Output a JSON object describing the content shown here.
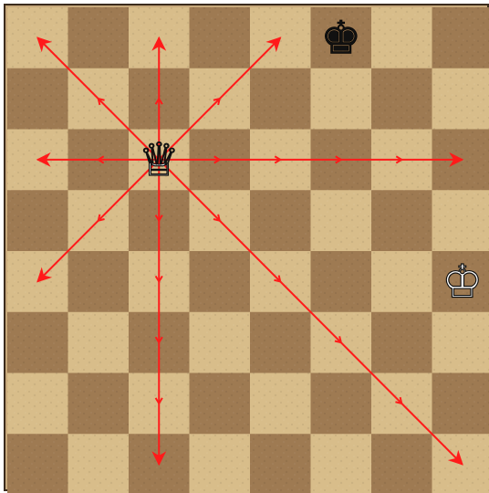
{
  "board": {
    "files": 8,
    "ranks": 8,
    "light_square_color": "#d8bd8a",
    "dark_square_color": "#9e7a52",
    "frame_color": "#3b2b1c"
  },
  "pieces": [
    {
      "name": "white-queen",
      "color": "white",
      "type": "queen",
      "square": "c6",
      "glyph": "♕"
    },
    {
      "name": "black-king",
      "color": "black",
      "type": "king",
      "square": "f8",
      "glyph": "♚"
    },
    {
      "name": "white-king",
      "color": "white",
      "type": "king",
      "square": "h4",
      "glyph": "♔"
    }
  ],
  "move_arrows": {
    "color": "#ff1a1a",
    "origin": "c6",
    "rays": [
      {
        "direction": "north",
        "target": "c8"
      },
      {
        "direction": "south",
        "target": "c1"
      },
      {
        "direction": "west",
        "target": "a6"
      },
      {
        "direction": "east",
        "target": "h6"
      },
      {
        "direction": "north-west",
        "target": "a8"
      },
      {
        "direction": "north-east",
        "target": "e8"
      },
      {
        "direction": "south-west",
        "target": "a4"
      },
      {
        "direction": "south-east",
        "target": "h1"
      }
    ]
  }
}
